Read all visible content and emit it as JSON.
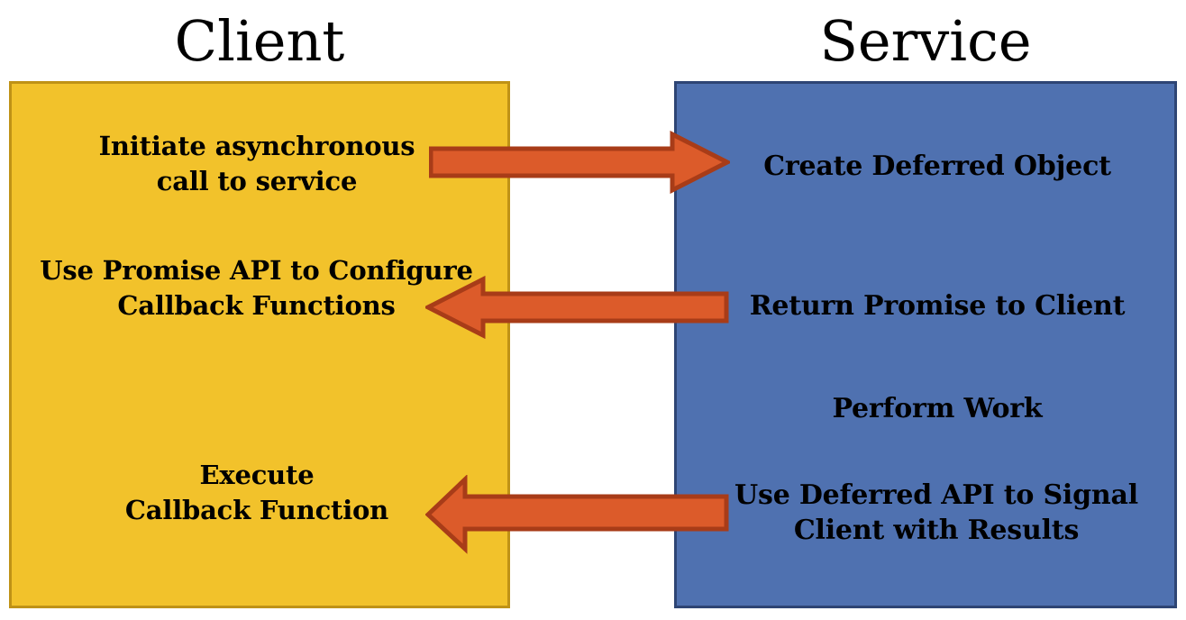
{
  "diagram": {
    "title_client": "Client",
    "title_service": "Service",
    "colors": {
      "client_fill": "#F2C22B",
      "client_border": "#BF9216",
      "service_fill": "#4F71B0",
      "service_border": "#2E4574",
      "arrow_fill": "#DC5B2A",
      "arrow_border": "#A83C18",
      "text": "#000000",
      "background": "#FFFFFF"
    }
  },
  "client_lane": {
    "label": "Client",
    "steps": [
      {
        "id": "initiate-call",
        "text": "Initiate asynchronous\ncall to service"
      },
      {
        "id": "configure-callbacks",
        "text": "Use Promise API to Configure\nCallback Functions"
      },
      {
        "id": "execute-callback",
        "text": "Execute\nCallback Function"
      }
    ]
  },
  "service_lane": {
    "label": "Service",
    "steps": [
      {
        "id": "create-deferred",
        "text": "Create Deferred Object"
      },
      {
        "id": "return-promise",
        "text": "Return Promise to Client"
      },
      {
        "id": "perform-work",
        "text": "Perform Work"
      },
      {
        "id": "signal-client",
        "text": "Use Deferred API to Signal\nClient with Results"
      }
    ]
  },
  "arrows": [
    {
      "id": "arrow-request",
      "direction": "right",
      "from": "client",
      "to": "service",
      "meaning": "Initiate asynchronous call to service"
    },
    {
      "id": "arrow-promise",
      "direction": "left",
      "from": "service",
      "to": "client",
      "meaning": "Return Promise to Client"
    },
    {
      "id": "arrow-result",
      "direction": "left",
      "from": "service",
      "to": "client",
      "meaning": "Use Deferred API to Signal Client with Results"
    }
  ]
}
